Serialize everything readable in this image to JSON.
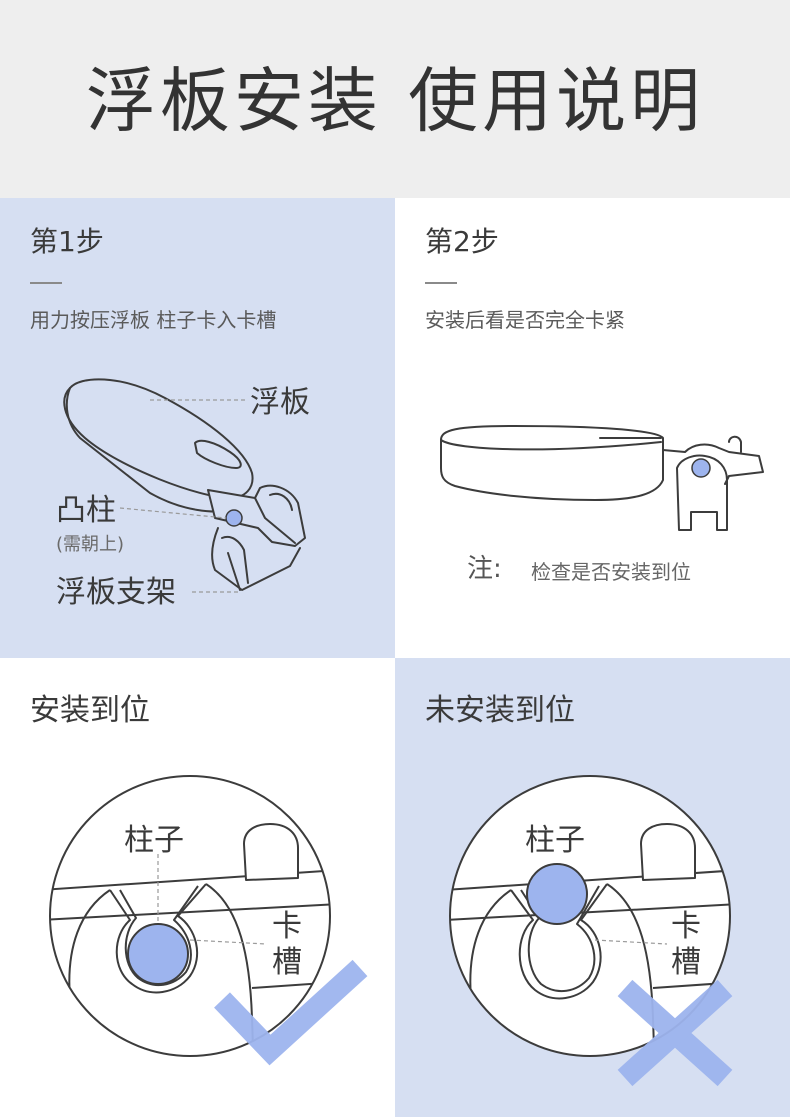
{
  "header": {
    "title": "浮板安装 使用说明"
  },
  "step1": {
    "title": "第1步",
    "desc": "用力按压浮板 柱子卡入卡槽",
    "labels": {
      "float": "浮板",
      "post": "凸柱",
      "post_note": "(需朝上)",
      "bracket": "浮板支架"
    }
  },
  "step2": {
    "title": "第2步",
    "desc": "安装后看是否完全卡紧",
    "note_key": "注:",
    "note_text": "检查是否安装到位"
  },
  "installed": {
    "title": "安装到位",
    "labels": {
      "post": "柱子",
      "slot_1": "卡",
      "slot_2": "槽"
    }
  },
  "not_installed": {
    "title": "未安装到位",
    "labels": {
      "post": "柱子",
      "slot_1": "卡",
      "slot_2": "槽"
    }
  },
  "colors": {
    "accent": "#9db4ee",
    "panel_blue": "#d6dff2",
    "header_gray": "#eeeeee",
    "line": "#3c3c3c"
  }
}
